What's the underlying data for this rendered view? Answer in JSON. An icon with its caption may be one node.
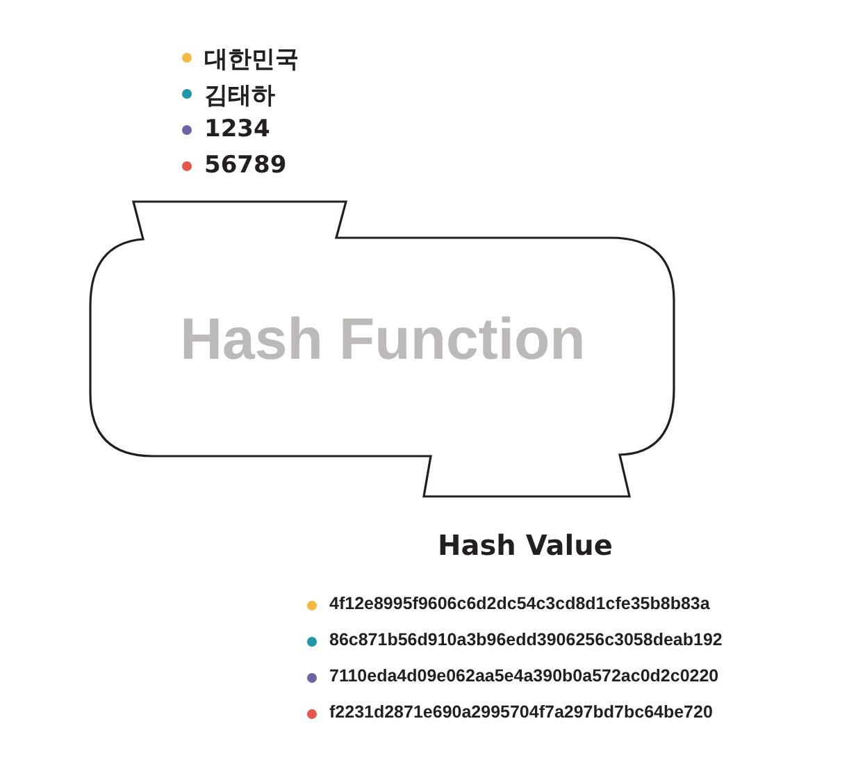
{
  "diagram": {
    "nodes": [
      {
        "text": [
          "Hash Function"
        ]
      }
    ],
    "labels": [
      "대한민국",
      "김태하",
      "1234",
      "56789",
      "Hash Value",
      "4f12e8995f9606c6d2dc54c3cd8d1cfe35b8b83a",
      "86c871b56d910a3b96edd3906256c3058deab192",
      "7110eda4d09e062aa5e4a390b0a572ac0d2c0220",
      "f2231d2871e690a2995704f7a297bd7bc64be720"
    ]
  }
}
